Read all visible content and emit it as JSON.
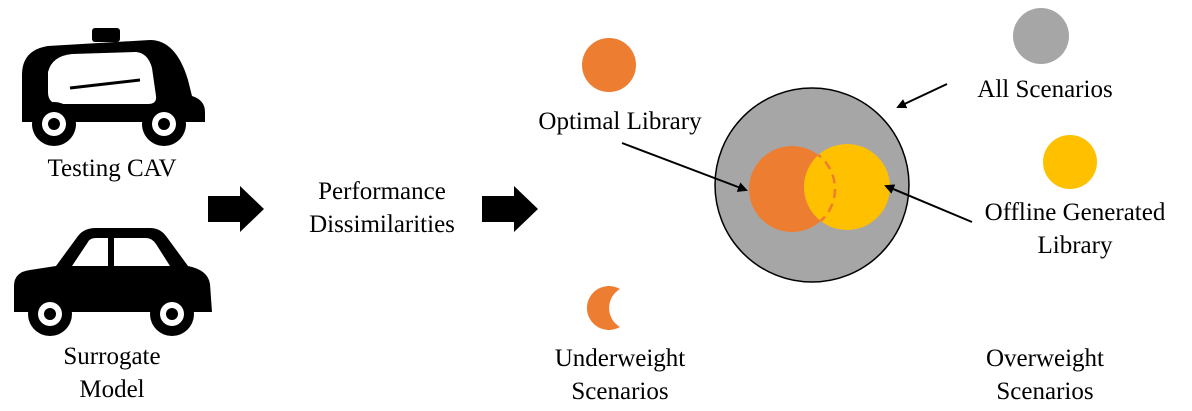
{
  "labels": {
    "testing_cav": "Testing CAV",
    "surrogate_model_line1": "Surrogate",
    "surrogate_model_line2": "Model",
    "performance_line1": "Performance",
    "performance_line2": "Dissimilarities",
    "optimal_library": "Optimal Library",
    "all_scenarios": "All Scenarios",
    "offline_line1": "Offline Generated",
    "offline_line2": "Library",
    "underweight_line1": "Underweight",
    "underweight_line2": "Scenarios",
    "overweight_line1": "Overweight",
    "overweight_line2": "Scenarios"
  },
  "colors": {
    "all_scenarios": "#a6a6a6",
    "optimal_library": "#ed7d31",
    "offline_library": "#ffc000",
    "ink": "#000000"
  },
  "icons": {
    "testing_vehicle": "autonomous-car-icon",
    "surrogate_vehicle": "sedan-car-icon",
    "flow_arrows": "right-arrow-icon"
  }
}
